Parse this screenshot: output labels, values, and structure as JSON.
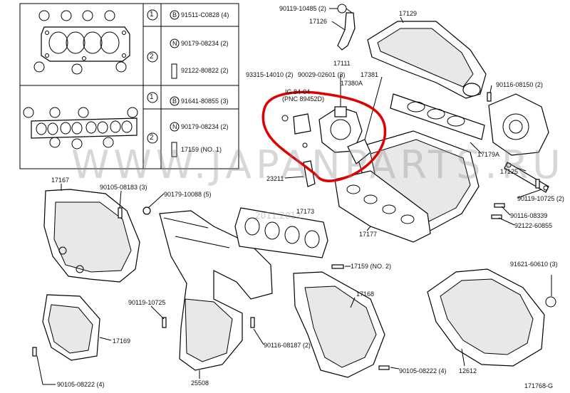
{
  "diagram_code": "171768-G",
  "watermark": "WWW.JAPANPARTS.RU",
  "watermark_date": "2011.2012",
  "highlight_color": "#e00000",
  "table": {
    "rows": [
      {
        "num": "1",
        "sym": "B",
        "part": "91511-C0828 (4)"
      },
      {
        "num": "2",
        "sym": "N",
        "part": "90179-08234 (2)",
        "sub": "92122-80822 (2)"
      },
      {
        "num": "1",
        "sym": "B",
        "part": "91641-80855 (3)"
      },
      {
        "num": "2",
        "sym": "N",
        "part": "90179-08234 (2)",
        "sub": "17159 (NO. 1)"
      }
    ]
  },
  "labels": {
    "p90119_10485": "90119-10485 (2)",
    "p17126": "17126",
    "p17129": "17129",
    "p17111": "17111",
    "p93315": "93315-14010 (2)",
    "p90029": "90029-02601 (3)",
    "p17381": "17381",
    "p17380a": "17380A",
    "note_ig": "IG 84-04",
    "note_pnc": "(PNC 89452D)",
    "p90116_08150": "90116-08150 (2)",
    "p17179a": "17179A",
    "p23211": "23211",
    "p17125": "17125",
    "p90119_10725": "90119-10725 (2)",
    "p90116_08339": "90116-08339",
    "p92122_60855": "92122-60855",
    "p17167": "17167",
    "p90105_08183": "90105-08183 (3)",
    "p90179_10088": "90179-10088 (5)",
    "p17173": "17173",
    "p17177": "17177",
    "p17159_no2": "17159 (NO. 2)",
    "p91621_60610": "91621-60610 (3)",
    "p17168": "17168",
    "p90119_10725b": "90119-10725",
    "p17169": "17169",
    "p90116_08187": "90116-08187 (2)",
    "p90105_08222a": "90105-08222 (4)",
    "p90105_08222b": "90105-08222 (4)",
    "p12612": "12612",
    "p25508": "25508"
  }
}
